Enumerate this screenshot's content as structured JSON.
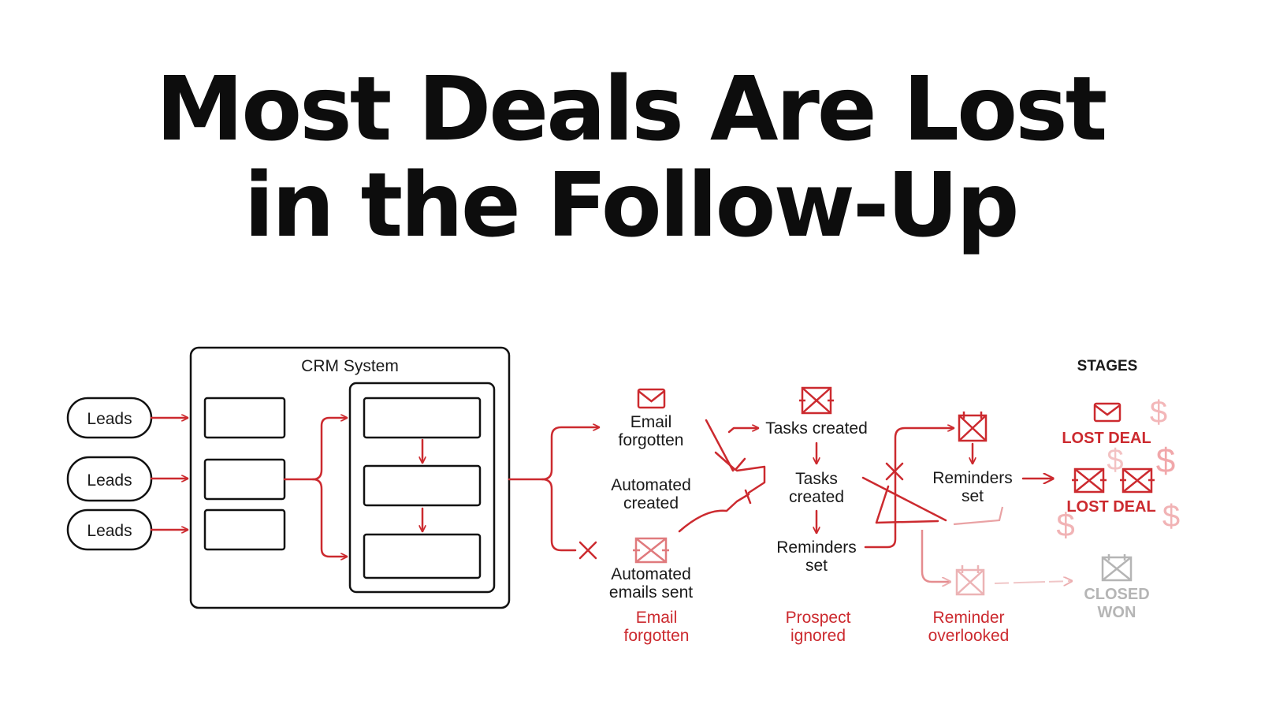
{
  "title": {
    "line1": "Most Deals Are Lost",
    "line2": "in the Follow-Up"
  },
  "crm": {
    "label": "CRM System",
    "leads": [
      "Leads",
      "Leads",
      "Leads"
    ]
  },
  "flow": {
    "col1": {
      "top": [
        "Email",
        "forgotten"
      ],
      "mid": [
        "Automated",
        "created"
      ],
      "bottom": [
        "Automated",
        "emails sent"
      ],
      "caption": [
        "Email",
        "forgotten"
      ]
    },
    "col2": {
      "top": "Tasks created",
      "mid": [
        "Tasks",
        "created"
      ],
      "bottom": [
        "Reminders",
        "set"
      ],
      "caption": [
        "Prospect",
        "ignored"
      ]
    },
    "col3": {
      "mid": [
        "Reminders",
        "set"
      ],
      "caption": [
        "Reminder",
        "overlooked"
      ]
    },
    "stages": {
      "heading": "STAGES",
      "lost1": "LOST DEAL",
      "lost2": "LOST DEAL",
      "closed": [
        "CLOSED",
        "WON"
      ]
    }
  },
  "icons": {
    "mail": "mail-icon",
    "crossed_box": "crossed-box-icon",
    "dollar": "dollar-icon",
    "x_mark": "x-mark-icon"
  },
  "colors": {
    "accent_red": "#cc2a2f",
    "ink": "#111111",
    "faded_gray": "#b5b5b5"
  }
}
